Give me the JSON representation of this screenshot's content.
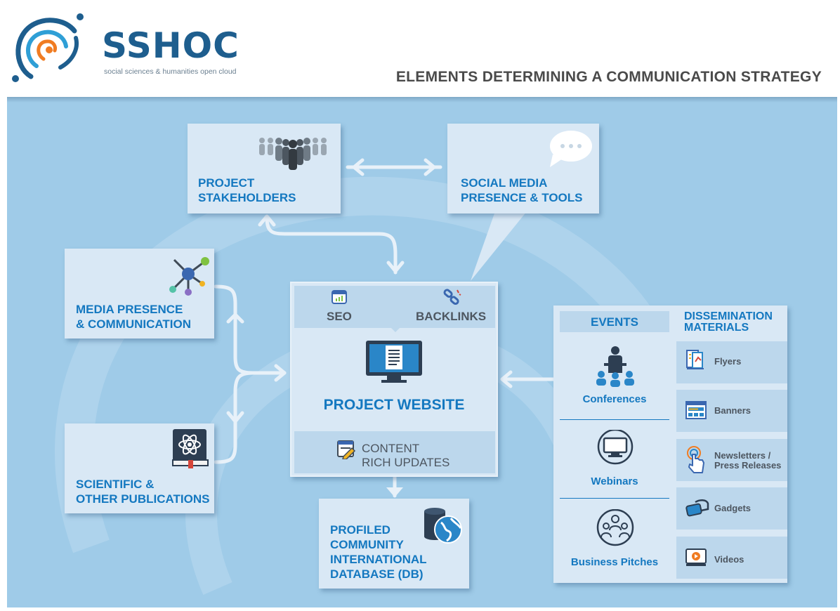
{
  "header": {
    "brand": "SSHOC",
    "tagline": "social sciences & humanities open cloud",
    "heading": "ELEMENTS DETERMINING A COMMUNICATION STRATEGY"
  },
  "colors": {
    "background": "#9fcbe8",
    "box": "#d9e8f5",
    "strip": "#bcd7ec",
    "accent": "#1478c0",
    "arrow": "#e8f1f9"
  },
  "stakeholders": {
    "line1": "PROJECT",
    "line2": "STAKEHOLDERS",
    "icon": "crowd-icon"
  },
  "social": {
    "line1": "SOCIAL MEDIA",
    "line2": "PRESENCE & TOOLS",
    "icon": "speech-bubble-icon"
  },
  "media": {
    "line1": "MEDIA PRESENCE",
    "line2": "& COMMUNICATION",
    "icon": "network-icon"
  },
  "publications": {
    "line1": "SCIENTIFIC &",
    "line2": "OTHER PUBLICATIONS",
    "icon": "science-book-icon"
  },
  "website": {
    "seo": "SEO",
    "backlinks": "BACKLINKS",
    "title": "PROJECT WEBSITE",
    "content_line1": "CONTENT",
    "content_line2": "RICH UPDATES",
    "icon": "monitor-document-icon"
  },
  "database": {
    "line1": "PROFILED",
    "line2": "COMMUNITY",
    "line3": "INTERNATIONAL",
    "line4": "DATABASE (DB)",
    "icon": "database-globe-icon"
  },
  "events": {
    "header": "EVENTS",
    "items": [
      "Conferences",
      "Webinars",
      "Business Pitches"
    ]
  },
  "materials": {
    "header_line1": "DISSEMINATION",
    "header_line2": "MATERIALS",
    "items": [
      "Flyers",
      "Banners",
      "Newsletters /",
      "Press Releases",
      "Gadgets",
      "Videos"
    ]
  }
}
